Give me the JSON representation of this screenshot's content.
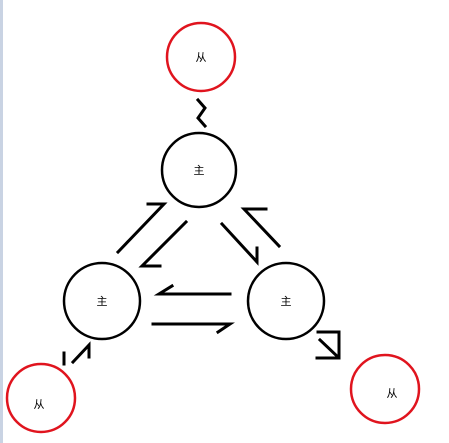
{
  "diagram": {
    "nodes": [
      {
        "id": "replica-top",
        "role": "replica",
        "label": "从",
        "color": "#e0141e"
      },
      {
        "id": "primary-top",
        "role": "primary",
        "label": "主",
        "color": "#000000"
      },
      {
        "id": "primary-left",
        "role": "primary",
        "label": "主",
        "color": "#000000"
      },
      {
        "id": "primary-right",
        "role": "primary",
        "label": "主",
        "color": "#000000"
      },
      {
        "id": "replica-left",
        "role": "replica",
        "label": "从",
        "color": "#e0141e"
      },
      {
        "id": "replica-right",
        "role": "replica",
        "label": "从",
        "color": "#e0141e"
      }
    ],
    "arrows": [
      {
        "from": "primary-top",
        "to": "replica-top"
      },
      {
        "from": "primary-left",
        "to": "primary-top"
      },
      {
        "from": "primary-top",
        "to": "primary-left"
      },
      {
        "from": "primary-top",
        "to": "primary-right"
      },
      {
        "from": "primary-right",
        "to": "primary-top"
      },
      {
        "from": "primary-right",
        "to": "primary-left"
      },
      {
        "from": "primary-left",
        "to": "primary-right"
      },
      {
        "from": "replica-left",
        "to": "primary-left"
      },
      {
        "from": "primary-right",
        "to": "replica-right"
      }
    ]
  }
}
